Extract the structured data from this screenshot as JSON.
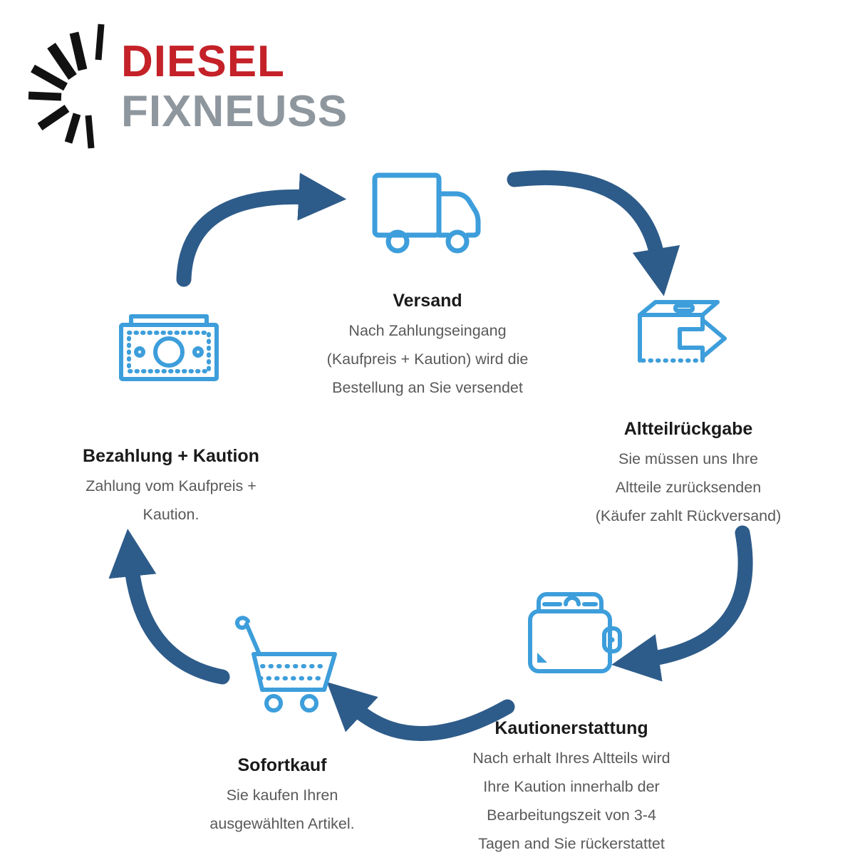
{
  "logo": {
    "word1": "DIESEL",
    "word2": "FIXNEUSS"
  },
  "colors": {
    "icon_blue": "#3d9edb",
    "arrow_blue": "#2e5c8a",
    "heading": "#1a1a1a",
    "body_text": "#595959",
    "logo_red": "#c42128",
    "logo_gray": "#8e969e"
  },
  "steps": {
    "versand": {
      "title": "Versand",
      "icon": "truck-icon",
      "lines": [
        "Nach Zahlungseingang",
        "(Kaufpreis + Kaution) wird die",
        "Bestellung an Sie versendet"
      ]
    },
    "altteilrueckgabe": {
      "title": "Altteilrückgabe",
      "icon": "return-box-icon",
      "lines": [
        "Sie müssen uns Ihre",
        "Altteile zurücksenden",
        "(Käufer zahlt Rückversand)"
      ]
    },
    "kautionerstattung": {
      "title": "Kautionerstattung",
      "icon": "wallet-icon",
      "lines": [
        "Nach erhalt Ihres Altteils wird",
        "Ihre Kaution innerhalb der",
        "Bearbeitungszeit von 3-4",
        "Tagen and Sie rückerstattet"
      ]
    },
    "sofortkauf": {
      "title": "Sofortkauf",
      "icon": "shopping-cart-icon",
      "lines": [
        "Sie kaufen Ihren",
        "ausgewählten Artikel."
      ]
    },
    "bezahlung": {
      "title": "Bezahlung + Kaution",
      "icon": "banknote-icon",
      "lines": [
        "Zahlung vom Kaufpreis +",
        "Kaution."
      ]
    }
  }
}
